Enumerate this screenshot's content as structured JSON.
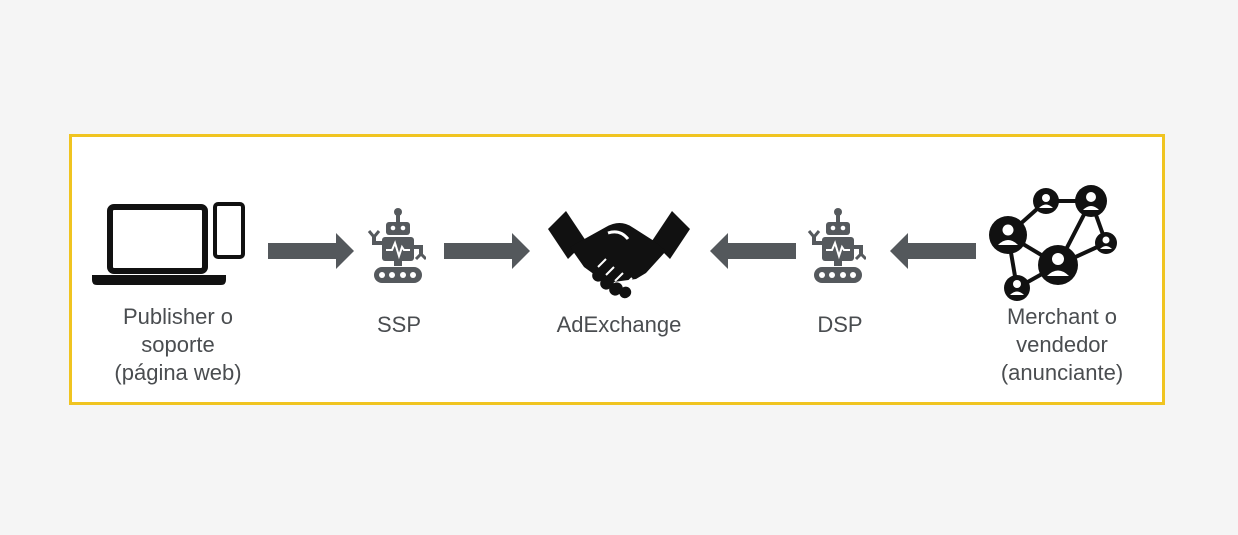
{
  "diagram": {
    "nodes": [
      {
        "id": "publisher",
        "icon": "laptop-phone-icon",
        "label_lines": [
          "Publisher o",
          "soporte",
          "(página web)"
        ]
      },
      {
        "id": "ssp",
        "icon": "robot-icon",
        "label_lines": [
          "SSP"
        ]
      },
      {
        "id": "adexchange",
        "icon": "handshake-icon",
        "label_lines": [
          "AdExchange"
        ]
      },
      {
        "id": "dsp",
        "icon": "robot-icon",
        "label_lines": [
          "DSP"
        ]
      },
      {
        "id": "merchant",
        "icon": "people-network-icon",
        "label_lines": [
          "Merchant o",
          "vendedor",
          "(anunciante)"
        ]
      }
    ],
    "edges": [
      {
        "from": "publisher",
        "to": "ssp",
        "direction": "right"
      },
      {
        "from": "ssp",
        "to": "adexchange",
        "direction": "right"
      },
      {
        "from": "dsp",
        "to": "adexchange",
        "direction": "left"
      },
      {
        "from": "merchant",
        "to": "dsp",
        "direction": "left"
      }
    ]
  },
  "colors": {
    "frame_border": "#f0c420",
    "arrow": "#54585c",
    "icon": "#111111",
    "robot": "#55595d",
    "label": "#4a4d50"
  }
}
